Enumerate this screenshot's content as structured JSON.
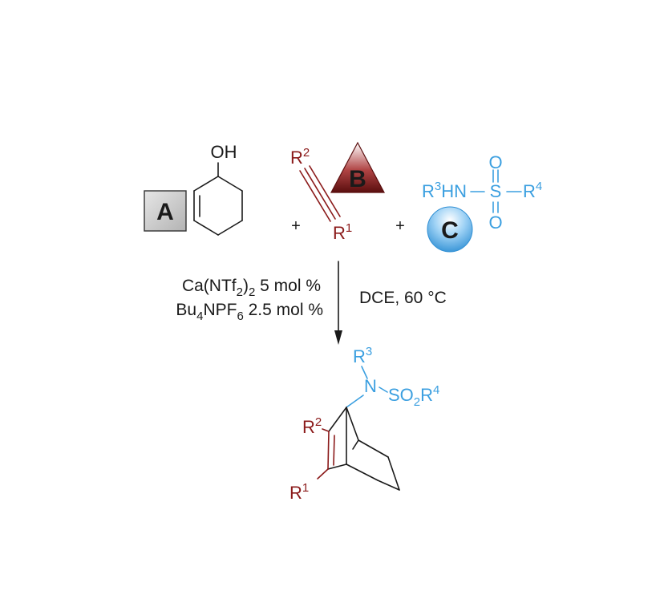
{
  "reactants": {
    "a": {
      "badge": "A",
      "oh": "OH"
    },
    "b": {
      "badge": "B",
      "r2": "R",
      "r2_sup": "2",
      "r1": "R",
      "r1_sup": "1"
    },
    "c": {
      "badge": "C",
      "r3": "R",
      "r3_sup": "3",
      "hn": "HN",
      "s": "S",
      "o_top": "O",
      "o_bottom": "O",
      "r4": "R",
      "r4_sup": "4"
    },
    "plus_1": "+",
    "plus_2": "+"
  },
  "conditions": {
    "catalyst_line1_a": "Ca(NTf",
    "catalyst_line1_sub": "2",
    "catalyst_line1_b": ")",
    "catalyst_line1_sub2": "2",
    "catalyst_line1_c": " 5 mol %",
    "catalyst_line2_a": "Bu",
    "catalyst_line2_sub": "4",
    "catalyst_line2_b": "NPF",
    "catalyst_line2_sub2": "6",
    "catalyst_line2_c": " 2.5 mol %",
    "solvent": "DCE, 60 °C"
  },
  "product": {
    "r3": "R",
    "r3_sup": "3",
    "n": "N",
    "so2_a": "SO",
    "so2_sub": "2",
    "so2_b": "R",
    "so2_sup": "4",
    "r2": "R",
    "r2_sup": "2",
    "r1": "R",
    "r1_sup": "1"
  },
  "colors": {
    "alkyne_red": "#8b1a1a",
    "sulfonamide_blue": "#3b9fe0",
    "bond_black": "#1a1a1a"
  }
}
